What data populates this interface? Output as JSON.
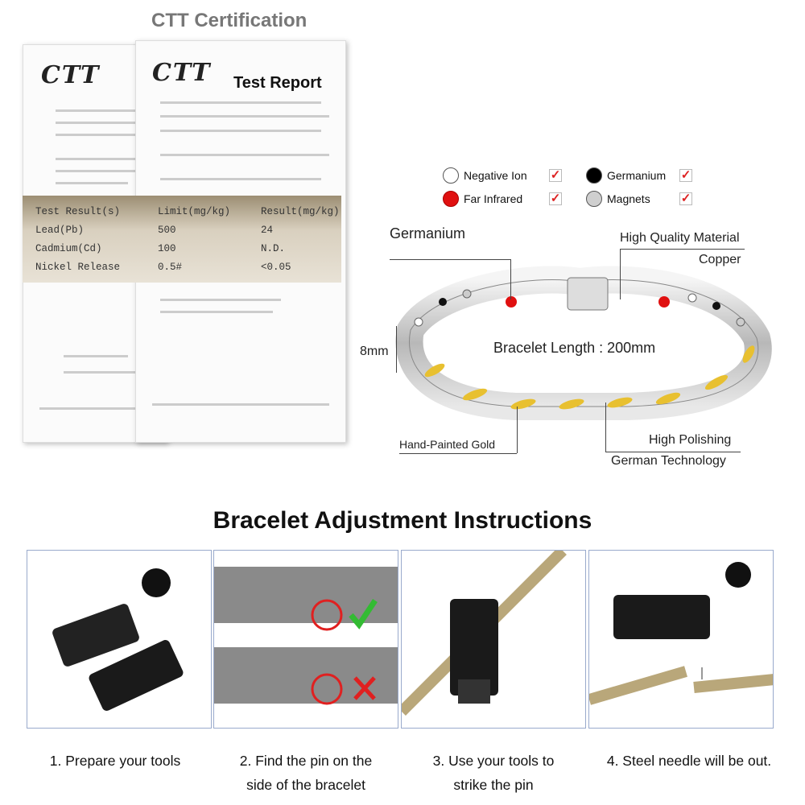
{
  "certification": {
    "title": "CTT Certification",
    "logo_text": "CTT",
    "report_title": "Test Report",
    "results_table": {
      "headers": [
        "Test Result(s)",
        "Limit(mg/kg)",
        "Result(mg/kg)"
      ],
      "rows": [
        [
          "Lead(Pb)",
          "500",
          "24"
        ],
        [
          "Cadmium(Cd)",
          "100",
          "N.D."
        ],
        [
          "Nickel Release",
          "0.5#",
          "<0.05"
        ]
      ]
    }
  },
  "legend": [
    {
      "label": "Negative Ion",
      "color": "#ffffff"
    },
    {
      "label": "Germanium",
      "color": "#000000"
    },
    {
      "label": "Far Infrared",
      "color": "#e01010"
    },
    {
      "label": "Magnets",
      "color": "#cfcfcf"
    }
  ],
  "bracelet": {
    "germanium": "Germanium",
    "material1": "High Quality Material",
    "material2": "Copper",
    "width": "8mm",
    "length": "Bracelet Length : 200mm",
    "gold": "Hand-Painted Gold",
    "polish1": "High Polishing",
    "polish2": "German Technology"
  },
  "instructions": {
    "title": "Bracelet Adjustment Instructions",
    "steps": [
      {
        "line1": "1. Prepare your tools",
        "line2": ""
      },
      {
        "line1": "2. Find the pin on the",
        "line2": "side of the bracelet"
      },
      {
        "line1": "3. Use your tools to",
        "line2": "strike the pin"
      },
      {
        "line1": "4. Steel needle will be out.",
        "line2": ""
      }
    ]
  }
}
